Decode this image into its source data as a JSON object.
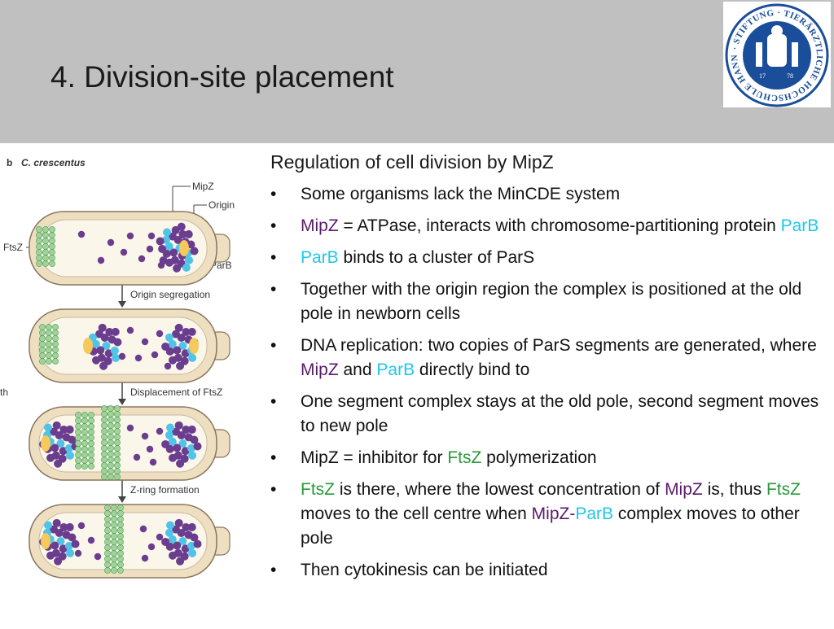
{
  "slide": {
    "title": "4. Division-site placement"
  },
  "colors": {
    "header_bg": "#c0c0c0",
    "mipz": "#5a1a6a",
    "parb": "#1fc8e8",
    "ftsz": "#2a9a3a"
  },
  "figure": {
    "panel_label": "b",
    "organism": "C. crescentus",
    "labels": {
      "mipz": "MipZ",
      "origin": "Origin",
      "ftsz": "FtsZ",
      "parb": "ParB",
      "step1": "Origin segregation",
      "step2": "Displacement of FtsZ",
      "step3": "Z-ring formation",
      "cut_left": "th"
    }
  },
  "logo": {
    "text": "· STIFTUNG · TIERÄRZTLICHE HOCHSCHULE HANNOVER",
    "year_left": "17",
    "year_right": "78"
  },
  "content": {
    "heading": "Regulation of cell division by MipZ",
    "bullets": [
      [
        {
          "t": "Some organisms lack the MinCDE system"
        }
      ],
      [
        {
          "t": "MipZ",
          "c": "mipz"
        },
        {
          "t": " = ATPase, interacts with chromosome-partitioning protein "
        },
        {
          "t": "ParB",
          "c": "parb"
        }
      ],
      [
        {
          "t": "ParB",
          "c": "parb"
        },
        {
          "t": " binds to a cluster of ParS"
        }
      ],
      [
        {
          "t": "Together with the origin region the complex is positioned at the old pole in newborn cells"
        }
      ],
      [
        {
          "t": "DNA replication: two copies of ParS segments are generated, where "
        },
        {
          "t": "MipZ",
          "c": "mipz"
        },
        {
          "t": " and "
        },
        {
          "t": "ParB",
          "c": "parb"
        },
        {
          "t": " directly bind to"
        }
      ],
      [
        {
          "t": "One segment complex stays at the old pole, second segment moves to new pole"
        }
      ],
      [
        {
          "t": "MipZ = inhibitor for "
        },
        {
          "t": "FtsZ",
          "c": "ftsz"
        },
        {
          "t": " polymerization"
        }
      ],
      [
        {
          "t": "FtsZ",
          "c": "ftsz"
        },
        {
          "t": " is there, where the lowest concentration of "
        },
        {
          "t": "MipZ",
          "c": "mipz"
        },
        {
          "t": " is, thus "
        },
        {
          "t": "FtsZ",
          "c": "ftsz"
        },
        {
          "t": " moves to the cell centre when "
        },
        {
          "t": "MipZ",
          "c": "mipz"
        },
        {
          "t": "-",
          "c": "mipz"
        },
        {
          "t": "ParB",
          "c": "parb"
        },
        {
          "t": " complex moves to other pole"
        }
      ],
      [
        {
          "t": "Then cytokinesis can be initiated"
        }
      ]
    ],
    "bullet_char": "•"
  }
}
